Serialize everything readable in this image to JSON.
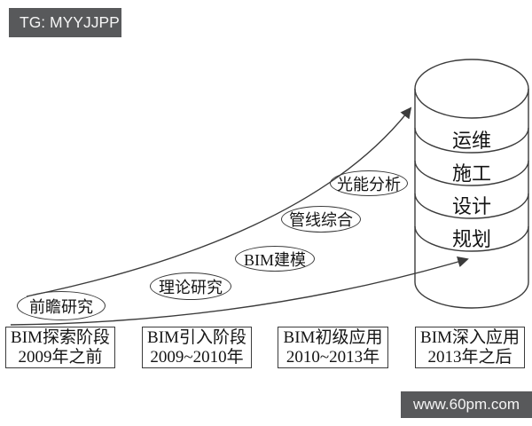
{
  "watermarks": {
    "top_left": "TG: MYYJJPP",
    "bottom_right": "www.60pm.com"
  },
  "milestones": [
    "前瞻研究",
    "理论研究",
    "BIM建模",
    "管线综合",
    "光能分析"
  ],
  "cylinder": {
    "layers": [
      "运维",
      "施工",
      "设计",
      "规划"
    ]
  },
  "stages": [
    {
      "title": "BIM探索阶段",
      "period": "2009年之前"
    },
    {
      "title": "BIM引入阶段",
      "period": "2009~2010年"
    },
    {
      "title": "BIM初级应用",
      "period": "2010~2013年"
    },
    {
      "title": "BIM深入应用",
      "period": "2013年之后"
    }
  ],
  "colors": {
    "line": "#3b3b3b",
    "background": "#ffffff",
    "text": "#141414",
    "watermark_bg": "#58595b",
    "watermark_text": "#f5f5f5"
  }
}
